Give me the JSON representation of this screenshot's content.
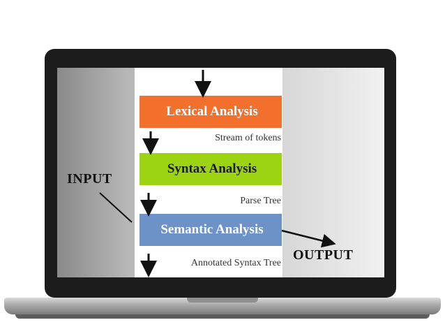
{
  "stages": {
    "lexical": "Lexical Analysis",
    "syntax": "Syntax Analysis",
    "semantic": "Semantic Analysis"
  },
  "intermediates": {
    "tokens": "Stream of tokens",
    "parse": "Parse Tree",
    "annotated": "Annotated Syntax Tree"
  },
  "callouts": {
    "input": "INPUT",
    "output": "OUTPUT"
  },
  "colors": {
    "lexical": "#f26f2c",
    "syntax": "#9cd414",
    "semantic": "#6c92c8",
    "laptop_bezel": "#1c1c1c"
  }
}
